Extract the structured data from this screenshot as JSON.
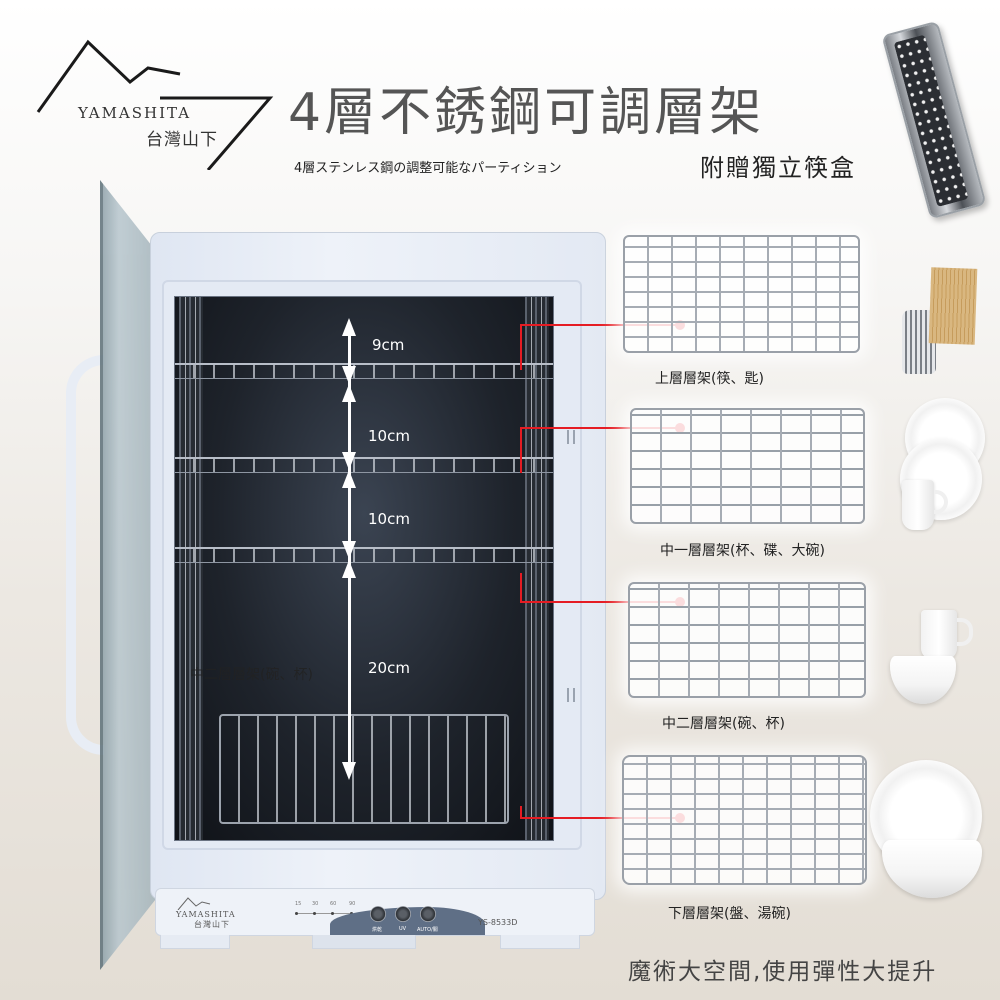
{
  "brand": {
    "name_en": "YAMASHITA",
    "name_zh": "台灣山下"
  },
  "header": {
    "title": "4層不銹鋼可調層架",
    "subtitle_jp": "4層ステンレス鋼の調整可能なパーティション",
    "gift_label": "附贈獨立筷盒",
    "gift_icon": "chopstick-box-icon"
  },
  "cabinet": {
    "measurements": [
      {
        "label": "9cm"
      },
      {
        "label": "10cm"
      },
      {
        "label": "10cm"
      },
      {
        "label": "20cm"
      }
    ],
    "overlay_label": "中二層層架(碗、杯)",
    "panel": {
      "logo_en": "YAMASHITA",
      "logo_zh": "台灣山下",
      "timer_options": [
        "15",
        "30",
        "60",
        "90"
      ],
      "knobs": [
        {
          "label": "烘乾"
        },
        {
          "label": "UV"
        },
        {
          "label": "AUTO/關"
        }
      ],
      "model": "YS-8533D"
    }
  },
  "racks": [
    {
      "label": "上層層架(筷、匙)",
      "items": [
        "spoons",
        "chopsticks"
      ]
    },
    {
      "label": "中一層層架(杯、碟、大碗)",
      "items": [
        "plates",
        "mugs"
      ]
    },
    {
      "label": "中二層層架(碗、杯)",
      "items": [
        "mugs",
        "bowl"
      ]
    },
    {
      "label": "下層層架(盤、湯碗)",
      "items": [
        "plate",
        "soup-bowl"
      ]
    }
  ],
  "slogan": "魔術大空間,使用彈性大提升",
  "colors": {
    "accent_red": "#e51c23",
    "title_gray": "#555555",
    "interior_dark": "#1e232b",
    "cabinet_white": "#e4eaf4"
  }
}
